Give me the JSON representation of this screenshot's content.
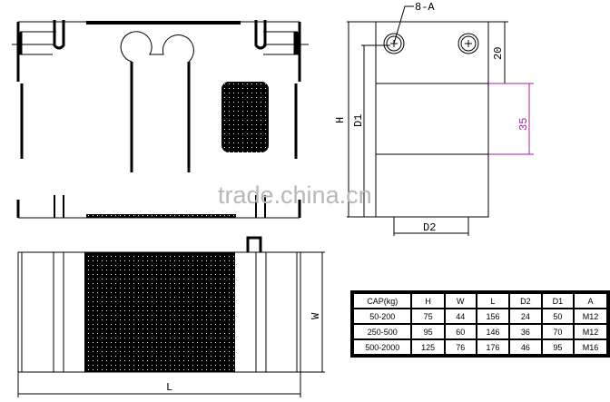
{
  "drawing": {
    "labels": {
      "hole_callout": "8-A",
      "height": "H",
      "d1": "D1",
      "d2": "D2",
      "dim_20": "20",
      "dim_35": "35",
      "width": "W",
      "length": "L"
    },
    "watermark": "trade.china.cn",
    "colors": {
      "line": "#000000",
      "dimension_accent": "#a020a0",
      "watermark": "#b8b8b8"
    }
  },
  "table": {
    "headers": [
      "CAP(kg)",
      "H",
      "W",
      "L",
      "D2",
      "D1",
      "A"
    ],
    "rows": [
      [
        "50-200",
        "75",
        "44",
        "156",
        "24",
        "50",
        "M12"
      ],
      [
        "250-500",
        "95",
        "60",
        "146",
        "36",
        "70",
        "M12"
      ],
      [
        "500-2000",
        "125",
        "76",
        "176",
        "46",
        "95",
        "M16"
      ]
    ]
  }
}
